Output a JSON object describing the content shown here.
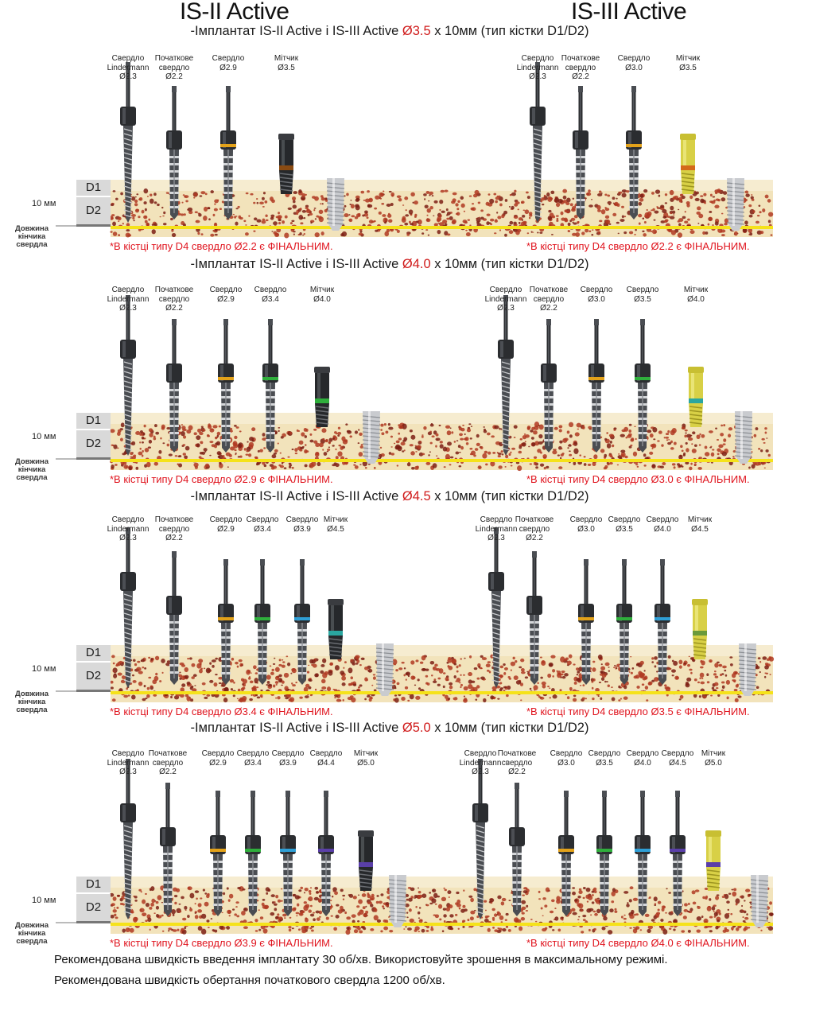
{
  "brands": {
    "left": "IS-II Active",
    "right": "IS-III Active"
  },
  "common": {
    "d1": "D1",
    "d2": "D2",
    "mm": "10 мм",
    "tip_length": "Довжина кінчика свердла"
  },
  "sections": [
    {
      "title": {
        "prefix": "-Імплантат IS-II Active і IS-III Active ",
        "diameter": "Ø3.5",
        "suffix": " x 10мм (тип кістки D1/D2)"
      },
      "left": {
        "tools": [
          {
            "name": "Свердло Lindermann",
            "size": "Ø2.3",
            "kind": "lindemann",
            "ring": ""
          },
          {
            "name": "Початкове свердло",
            "size": "Ø2.2",
            "kind": "drill",
            "ring": ""
          },
          {
            "name": "Свердло",
            "size": "Ø2.9",
            "kind": "drill",
            "ring": "#e3a21a"
          },
          {
            "name": "Мітчик",
            "size": "Ø3.5",
            "kind": "tap",
            "ring": "#8a4b12"
          }
        ],
        "note": "*В кістці типу D4 свердло Ø2.2 є ФІНАЛЬНИМ."
      },
      "right": {
        "tools": [
          {
            "name": "Свердло Lindermann",
            "size": "Ø2.3",
            "kind": "lindemann",
            "ring": ""
          },
          {
            "name": "Початкове свердло",
            "size": "Ø2.2",
            "kind": "drill",
            "ring": ""
          },
          {
            "name": "Свердло",
            "size": "Ø3.0",
            "kind": "drill",
            "ring": "#e3a21a"
          },
          {
            "name": "Мітчик",
            "size": "Ø3.5",
            "kind": "tap-gold",
            "ring": "#d46a1a"
          }
        ],
        "note": "*В кістці типу D4 свердло Ø2.2 є ФІНАЛЬНИМ."
      }
    },
    {
      "title": {
        "prefix": "-Імплантат IS-II Active і IS-III Active ",
        "diameter": "Ø4.0",
        "suffix": " x 10мм (тип кістки D1/D2)"
      },
      "left": {
        "tools": [
          {
            "name": "Свердло Lindermann",
            "size": "Ø2.3",
            "kind": "lindemann",
            "ring": ""
          },
          {
            "name": "Початкове свердло",
            "size": "Ø2.2",
            "kind": "drill",
            "ring": ""
          },
          {
            "name": "Свердло",
            "size": "Ø2.9",
            "kind": "drill",
            "ring": "#e3a21a"
          },
          {
            "name": "Свердло",
            "size": "Ø3.4",
            "kind": "drill",
            "ring": "#2fae3c"
          },
          {
            "name": "Мітчик",
            "size": "Ø4.0",
            "kind": "tap",
            "ring": "#2fae3c"
          }
        ],
        "note": "*В кістці типу D4 свердло Ø2.9 є ФІНАЛЬНИМ."
      },
      "right": {
        "tools": [
          {
            "name": "Свердло Lindermann",
            "size": "Ø2.3",
            "kind": "lindemann",
            "ring": ""
          },
          {
            "name": "Початкове свердло",
            "size": "Ø2.2",
            "kind": "drill",
            "ring": ""
          },
          {
            "name": "Свердло",
            "size": "Ø3.0",
            "kind": "drill",
            "ring": "#e3a21a"
          },
          {
            "name": "Свердло",
            "size": "Ø3.5",
            "kind": "drill",
            "ring": "#2fae3c"
          },
          {
            "name": "Мітчик",
            "size": "Ø4.0",
            "kind": "tap-gold",
            "ring": "#2aa6a0"
          }
        ],
        "note": "*В кістці типу D4 свердло Ø3.0 є ФІНАЛЬНИМ."
      }
    },
    {
      "title": {
        "prefix": "-Імплантат IS-II Active і IS-III Active ",
        "diameter": "Ø4.5",
        "suffix": " x 10мм (тип кістки D1/D2)"
      },
      "left": {
        "tools": [
          {
            "name": "Свердло Lindermann",
            "size": "Ø2.3",
            "kind": "lindemann",
            "ring": ""
          },
          {
            "name": "Початкове свердло",
            "size": "Ø2.2",
            "kind": "drill",
            "ring": ""
          },
          {
            "name": "Свердло",
            "size": "Ø2.9",
            "kind": "drill",
            "ring": "#e3a21a"
          },
          {
            "name": "Свердло",
            "size": "Ø3.4",
            "kind": "drill",
            "ring": "#2fae3c"
          },
          {
            "name": "Свердло",
            "size": "Ø3.9",
            "kind": "drill",
            "ring": "#2f9fd6"
          },
          {
            "name": "Мітчик",
            "size": "Ø4.5",
            "kind": "tap",
            "ring": "#2aa6a0"
          }
        ],
        "note": "*В кістці типу D4 свердло Ø3.4 є ФІНАЛЬНИМ."
      },
      "right": {
        "tools": [
          {
            "name": "Свердло Lindermann",
            "size": "Ø2.3",
            "kind": "lindemann",
            "ring": ""
          },
          {
            "name": "Початкове свердло",
            "size": "Ø2.2",
            "kind": "drill",
            "ring": ""
          },
          {
            "name": "Свердло",
            "size": "Ø3.0",
            "kind": "drill",
            "ring": "#e3a21a"
          },
          {
            "name": "Свердло",
            "size": "Ø3.5",
            "kind": "drill",
            "ring": "#2fae3c"
          },
          {
            "name": "Свердло",
            "size": "Ø4.0",
            "kind": "drill",
            "ring": "#2f9fd6"
          },
          {
            "name": "Мітчик",
            "size": "Ø4.5",
            "kind": "tap-gold",
            "ring": "#6a9a3a"
          }
        ],
        "note": "*В кістці типу D4 свердло Ø3.5 є ФІНАЛЬНИМ."
      }
    },
    {
      "title": {
        "prefix": "-Імплантат IS-II Active і IS-III Active ",
        "diameter": "Ø5.0",
        "suffix": " x 10мм (тип кістки D1/D2)"
      },
      "left": {
        "tools": [
          {
            "name": "Свердло Lindermann",
            "size": "Ø2.3",
            "kind": "lindemann",
            "ring": ""
          },
          {
            "name": "Початкове свердло",
            "size": "Ø2.2",
            "kind": "drill",
            "ring": ""
          },
          {
            "name": "Свердло",
            "size": "Ø2.9",
            "kind": "drill",
            "ring": "#e3a21a"
          },
          {
            "name": "Свердло",
            "size": "Ø3.4",
            "kind": "drill",
            "ring": "#2fae3c"
          },
          {
            "name": "Свердло",
            "size": "Ø3.9",
            "kind": "drill",
            "ring": "#2f9fd6"
          },
          {
            "name": "Свердло",
            "size": "Ø4.4",
            "kind": "drill",
            "ring": "#5a3fa8"
          },
          {
            "name": "Мітчик",
            "size": "Ø5.0",
            "kind": "tap",
            "ring": "#5a3fa8"
          }
        ],
        "note": "*В кістці типу D4 свердло Ø3.9 є ФІНАЛЬНИМ."
      },
      "right": {
        "tools": [
          {
            "name": "Свердло Lindermann",
            "size": "Ø2.3",
            "kind": "lindemann",
            "ring": ""
          },
          {
            "name": "Початкове свердло",
            "size": "Ø2.2",
            "kind": "drill",
            "ring": ""
          },
          {
            "name": "Свердло",
            "size": "Ø3.0",
            "kind": "drill",
            "ring": "#e3a21a"
          },
          {
            "name": "Свердло",
            "size": "Ø3.5",
            "kind": "drill",
            "ring": "#2fae3c"
          },
          {
            "name": "Свердло",
            "size": "Ø4.0",
            "kind": "drill",
            "ring": "#2f9fd6"
          },
          {
            "name": "Свердло",
            "size": "Ø4.5",
            "kind": "drill",
            "ring": "#5a3fa8"
          },
          {
            "name": "Мітчик",
            "size": "Ø5.0",
            "kind": "tap-gold",
            "ring": "#5a3fa8"
          }
        ],
        "note": "*В кістці типу D4 свердло Ø4.0 є ФІНАЛЬНИМ."
      }
    }
  ],
  "footer": {
    "line1": "Рекомендована швидкість введення імплантату 30 об/хв. Використовуйте зрошення в максимальному режимі.",
    "line2": "Рекомендована швидкість обертання початкового свердла 1200 об/хв."
  }
}
